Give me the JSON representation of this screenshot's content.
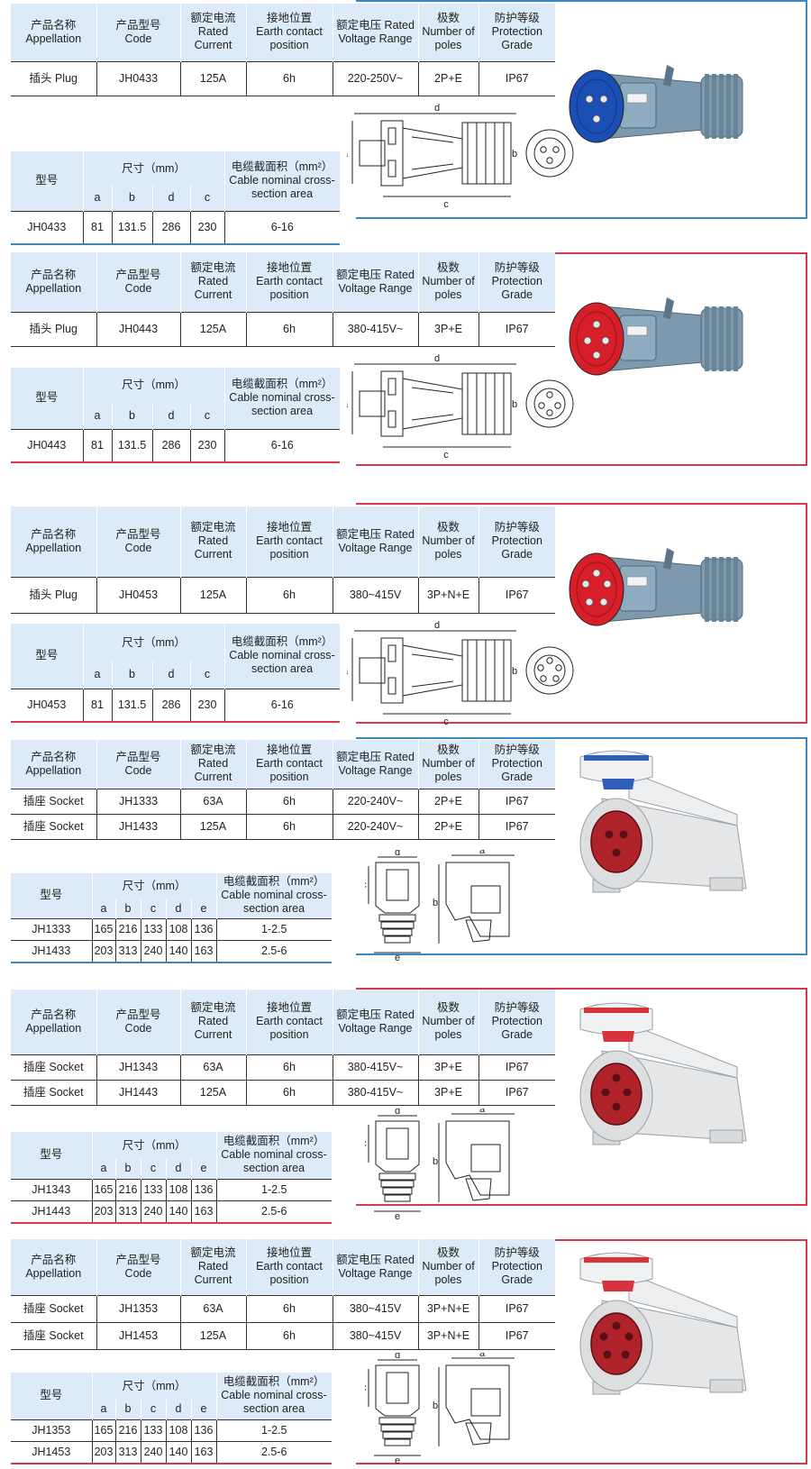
{
  "header": {
    "appellation": [
      "产品名称",
      "Appellation"
    ],
    "code": [
      "产品型号",
      "Code"
    ],
    "current": [
      "额定电流",
      "Rated",
      "Current"
    ],
    "earth": [
      "接地位置",
      "Earth contact",
      "position"
    ],
    "voltage": [
      "额定电压 Rated",
      "Voltage  Range"
    ],
    "poles": [
      "极数",
      "Number of",
      "poles"
    ],
    "protection": [
      "防护等级",
      "Protection",
      "Grade"
    ]
  },
  "dim_header": {
    "model": "型号",
    "size": "尺寸（mm）",
    "cable": [
      "电缆截面积（mm²）",
      "Cable nominal cross-",
      "section area"
    ]
  },
  "sections": [
    {
      "products": [
        {
          "appellation": "插头 Plug",
          "code": "JH0433",
          "current": "125A",
          "earth": "6h",
          "voltage": "220-250V~",
          "poles": "2P+E",
          "protection": "IP67"
        }
      ],
      "dim_cols": [
        "a",
        "b",
        "d",
        "c"
      ],
      "dims": [
        {
          "model": "JH0433",
          "vals": [
            "81",
            "131.5",
            "286",
            "230"
          ],
          "cable": "6-16"
        }
      ],
      "drawing_labels": [
        "d",
        "a",
        "b",
        "c"
      ],
      "color": "#3a86c0",
      "plug_color": "#1c4fb5"
    },
    {
      "products": [
        {
          "appellation": "插头 Plug",
          "code": "JH0443",
          "current": "125A",
          "earth": "6h",
          "voltage": "380-415V~",
          "poles": "3P+E",
          "protection": "IP67"
        }
      ],
      "dim_cols": [
        "a",
        "b",
        "d",
        "c"
      ],
      "dims": [
        {
          "model": "JH0443",
          "vals": [
            "81",
            "131.5",
            "286",
            "230"
          ],
          "cable": "6-16"
        }
      ],
      "drawing_labels": [
        "d",
        "a",
        "b",
        "c"
      ],
      "color": "#d83a4a",
      "plug_color": "#d81e28"
    },
    {
      "products": [
        {
          "appellation": "插头 Plug",
          "code": "JH0453",
          "current": "125A",
          "earth": "6h",
          "voltage": "380~415V",
          "poles": "3P+N+E",
          "protection": "IP67"
        }
      ],
      "dim_cols": [
        "a",
        "b",
        "d",
        "c"
      ],
      "dims": [
        {
          "model": "JH0453",
          "vals": [
            "81",
            "131.5",
            "286",
            "230"
          ],
          "cable": "6-16"
        }
      ],
      "drawing_labels": [
        "d",
        "a",
        "b",
        "c"
      ],
      "color": "#d83a4a",
      "plug_color": "#d81e28"
    },
    {
      "products": [
        {
          "appellation": "插座 Socket",
          "code": "JH1333",
          "current": "63A",
          "earth": "6h",
          "voltage": "220-240V~",
          "poles": "2P+E",
          "protection": "IP67"
        },
        {
          "appellation": "插座 Socket",
          "code": "JH1433",
          "current": "125A",
          "earth": "6h",
          "voltage": "220-240V~",
          "poles": "2P+E",
          "protection": "IP67"
        }
      ],
      "dim_cols": [
        "a",
        "b",
        "c",
        "d",
        "e"
      ],
      "dims": [
        {
          "model": "JH1333",
          "vals": [
            "165",
            "216",
            "133",
            "108",
            "136"
          ],
          "cable": "1-2.5"
        },
        {
          "model": "JH1433",
          "vals": [
            "203",
            "313",
            "240",
            "140",
            "163"
          ],
          "cable": "2.5-6"
        }
      ],
      "drawing_labels": [
        "d",
        "c",
        "e",
        "a",
        "b"
      ],
      "color": "#3a86c0",
      "lid_color": "#2f5fb8"
    },
    {
      "products": [
        {
          "appellation": "插座 Socket",
          "code": "JH1343",
          "current": "63A",
          "earth": "6h",
          "voltage": "380-415V~",
          "poles": "3P+E",
          "protection": "IP67"
        },
        {
          "appellation": "插座 Socket",
          "code": "JH1443",
          "current": "125A",
          "earth": "6h",
          "voltage": "380-415V~",
          "poles": "3P+E",
          "protection": "IP67"
        }
      ],
      "dim_cols": [
        "a",
        "b",
        "c",
        "d",
        "e"
      ],
      "dims": [
        {
          "model": "JH1343",
          "vals": [
            "165",
            "216",
            "133",
            "108",
            "136"
          ],
          "cable": "1-2.5"
        },
        {
          "model": "JH1443",
          "vals": [
            "203",
            "313",
            "240",
            "140",
            "163"
          ],
          "cable": "2.5-6"
        }
      ],
      "drawing_labels": [
        "d",
        "c",
        "e",
        "a",
        "b"
      ],
      "color": "#d83a4a",
      "lid_color": "#d8323c"
    },
    {
      "products": [
        {
          "appellation": "插座 Socket",
          "code": "JH1353",
          "current": "63A",
          "earth": "6h",
          "voltage": "380~415V",
          "poles": "3P+N+E",
          "protection": "IP67"
        },
        {
          "appellation": "插座 Socket",
          "code": "JH1453",
          "current": "125A",
          "earth": "6h",
          "voltage": "380~415V",
          "poles": "3P+N+E",
          "protection": "IP67"
        }
      ],
      "dim_cols": [
        "a",
        "b",
        "c",
        "d",
        "e"
      ],
      "dims": [
        {
          "model": "JH1353",
          "vals": [
            "165",
            "216",
            "133",
            "108",
            "136"
          ],
          "cable": "1-2.5"
        },
        {
          "model": "JH1453",
          "vals": [
            "203",
            "313",
            "240",
            "140",
            "163"
          ],
          "cable": "2.5-6"
        }
      ],
      "drawing_labels": [
        "d",
        "c",
        "e",
        "a",
        "b"
      ],
      "color": "#d83a4a",
      "lid_color": "#d8323c"
    }
  ]
}
